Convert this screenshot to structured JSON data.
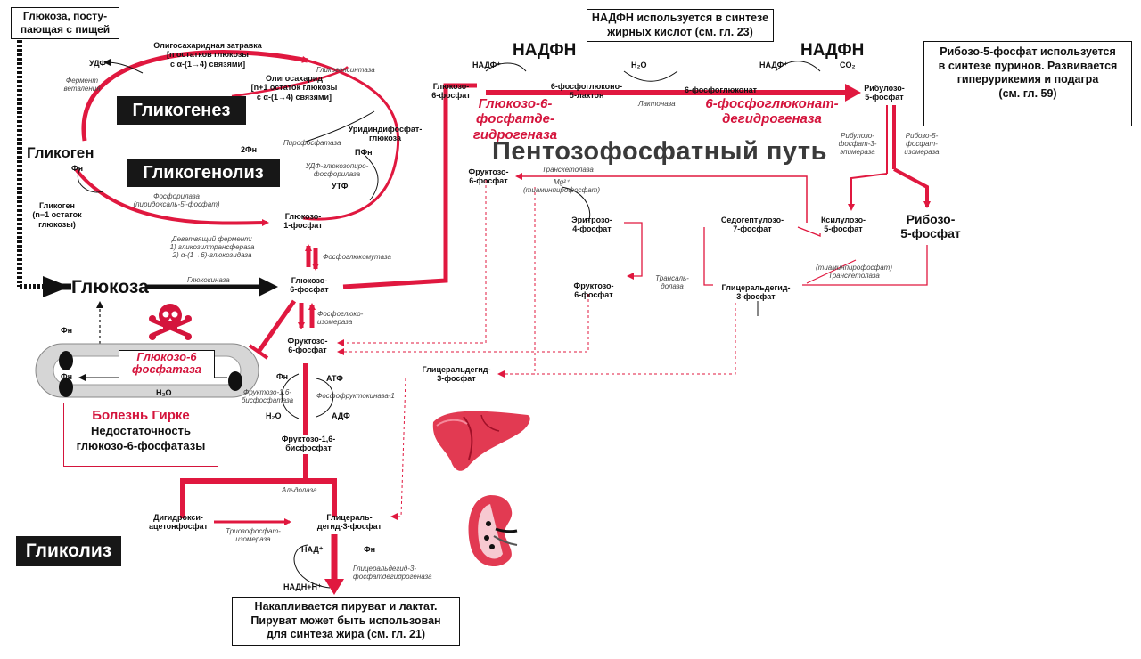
{
  "labels": {
    "food_glucose": "Глюкоза, посту-\nпающая с пищей",
    "oligo_primer": "Олигосахаридная затравка\n[n остатков глюкозы\nс α-(1→4) связями]",
    "udf": "УДФ",
    "glycogen_synthase": "Гликогенсинтаза",
    "branching_enzyme": "Фермент\nветвления",
    "oligosaccharide": "Олигосахарид\n[n+1 остаток глюкозы\nс α-(1→4) связями]",
    "glycogenesis": "Гликогенез",
    "udp_glucose": "Уридиндифосфат-\nглюкоза",
    "two_pi": "2Фн",
    "pyrophosphatase": "Пирофосфатаза",
    "ppi": "ПФн",
    "glycogen": "Гликоген",
    "pi": "Фн",
    "glycogenolysis": "Гликогенолиз",
    "udp_pyrophosphorylase": "УДФ-глюкозопиро-\nфосфорилаза",
    "utf": "УТФ",
    "phosphorylase": "Фосфорилаза\n(пиридоксаль-5'-фосфат)",
    "glycogen_n1": "Гликоген\n(n−1 остаток\nглюкозы)",
    "debranching": "Деветвящий фермент:\n1) гликозилтрансфераза\n2) α-(1→6)-глюкозидаза",
    "g1p": "Глюкозо-\n1-фосфат",
    "phosphoglucomutase": "Фосфоглюкомутаза",
    "glucose": "Глюкоза",
    "glucokinase": "Глюкокиназа",
    "g6p": "Глюкозо-\n6-фосфат",
    "phosphoglucoisomerase": "Фосфоглюко-\nизомераза",
    "f6p": "Фруктозо-\n6-фосфат",
    "g6pase": "Глюкозо-6\nфосфатаза",
    "h2o": "H₂O",
    "fbpase": "Фруктозо-1,6-\nбисфосфатаза",
    "atf": "АТФ",
    "adf": "АДФ",
    "pfk": "Фосфофруктокиназа-1",
    "fbp": "Фруктозо-1,6-\nбисфосфат",
    "gierke_title": "Болезнь Гирке",
    "gierke_text": "Недостаточность\nглюкозо-6-фосфатазы",
    "aldolase": "Альдолаза",
    "dhap": "Дигидрокси-\nацетонфосфат",
    "tpi": "Триозофосфат-\nизомераза",
    "gap": "Глицераль-\nдегид-3-фосфат",
    "nad": "НАД⁺",
    "gapdh": "Глицеральдегид-3-\nфосфатдегидрогеназа",
    "nadh": "НАДН+Н⁺",
    "glycolysis": "Гликолиз",
    "pyruvate_box": "Накапливается пируват и лактат.\nПируват может быть использован\nдля синтеза жира (см. гл. 21)",
    "nadph_box": "НАДФН используется в синтезе\nжирных кислот (см. гл. 23)",
    "nadph": "НАДФН",
    "nadp": "НАДФ⁺",
    "ribose_box": "Рибозо-5-фосфат используется\nв синтезе пуринов. Развивается\nгиперурикемия и подагра\n(см. гл. 59)",
    "g6p_short": "Глюкозо-\n6-фосфат",
    "g6pdh": "Глюкозо-6-\nфосфатде-\nгидрогеназа",
    "lactone": "6-фосфоглюконо-\nδ-лактон",
    "lactonase": "Лактоназа",
    "gluconate": "6-фосфоглюконат",
    "pgdh": "6-фосфоглюконат-\nдегидрогеназа",
    "ru5p": "Рибулозо-\n5-фосфат",
    "co2": "CO₂",
    "ppp": "Пентозофосфатный путь",
    "epimerase": "Рибулозо-\nфосфат-3-\nэпимераза",
    "isomerase": "Рибозо-5-\nфосфат-\nизомераза",
    "f6p_ppp": "Фруктозо-\n6-фосфат",
    "transketolase": "Транскетолаза",
    "mg": "Mg²⁺\n(тиаминпирофосфат)",
    "e4p": "Эритрозо-\n4-фосфат",
    "s7p": "Седогептулозо-\n7-фосфат",
    "xu5p": "Ксилулозо-\n5-фосфат",
    "r5p": "Рибозо-\n5-фосфат",
    "transaldolase": "Трансаль-\nдолаза",
    "f6p_ppp2": "Фруктозо-\n6-фосфат",
    "gap_ppp": "Глицеральдегид-\n3-фосфат",
    "tpp_tk": "(тиаминпирофосфат)\nТранскетолаза",
    "gap_mid": "Глицеральдегид-\n3-фосфат"
  },
  "colors": {
    "pathway_red": "#e0183f",
    "dark_red": "#b3102e",
    "black": "#111111",
    "liver": "#e23a52",
    "title_bg": "#171717"
  },
  "icons": [
    "skull-crossbones-icon",
    "liver-icon",
    "kidney-icon"
  ]
}
